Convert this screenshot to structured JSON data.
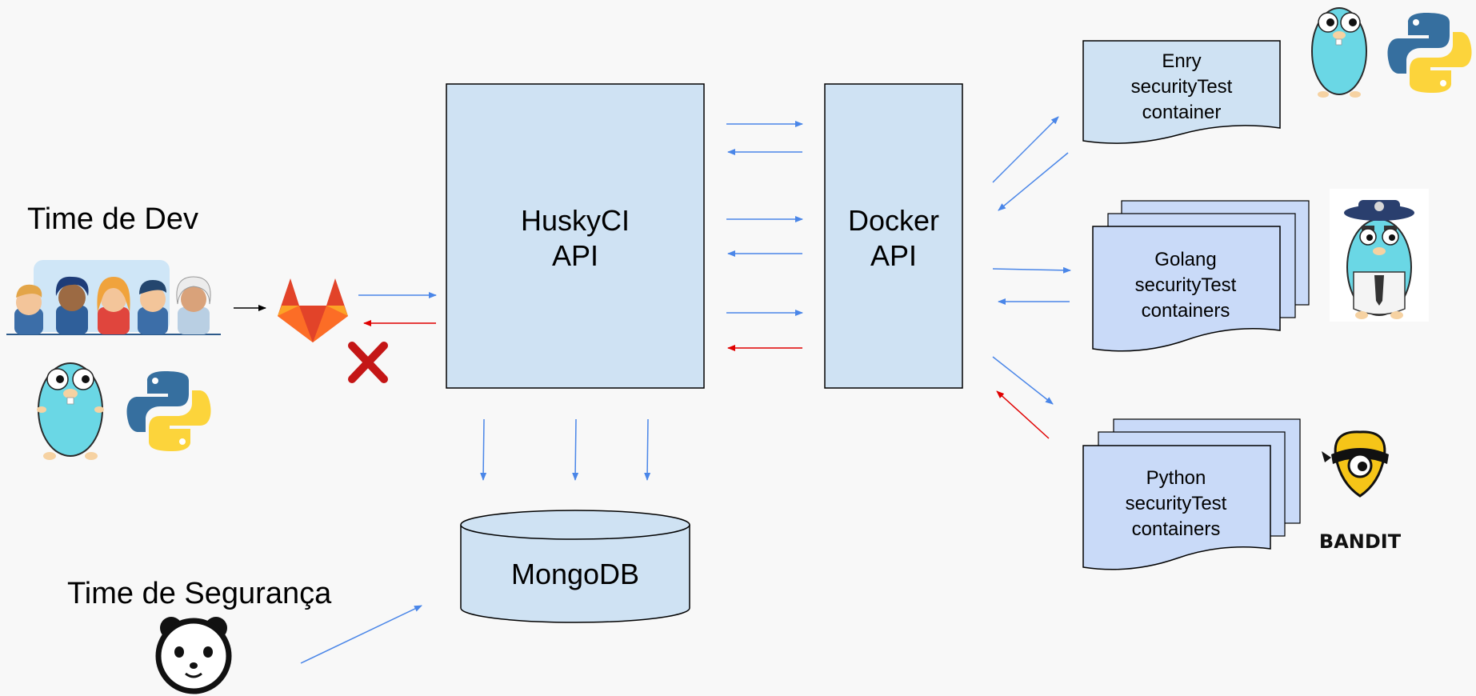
{
  "teams": {
    "dev": "Time de Dev",
    "security": "Time de Segurança"
  },
  "boxes": {
    "husky_line1": "HuskyCI",
    "husky_line2": "API",
    "docker_line1": "Docker",
    "docker_line2": "API",
    "mongodb": "MongoDB"
  },
  "containers": {
    "enry": [
      "Enry",
      "securityTest",
      "container"
    ],
    "golang": [
      "Golang",
      "securityTest",
      "containers"
    ],
    "python": [
      "Python",
      "securityTest",
      "containers"
    ]
  },
  "logos": {
    "bandit": "BANDIT"
  },
  "colors": {
    "box_fill": "#cfe2f3",
    "doc_fill": "#c9daf8",
    "arrow_blue": "#4a86e8",
    "arrow_red": "#e00000",
    "arrow_black": "#000000"
  },
  "icons": [
    "people-icon",
    "gitlab-icon",
    "fail-x-icon",
    "go-gopher-icon",
    "python-icon",
    "panda-icon",
    "police-gopher-icon",
    "bandit-icon"
  ]
}
